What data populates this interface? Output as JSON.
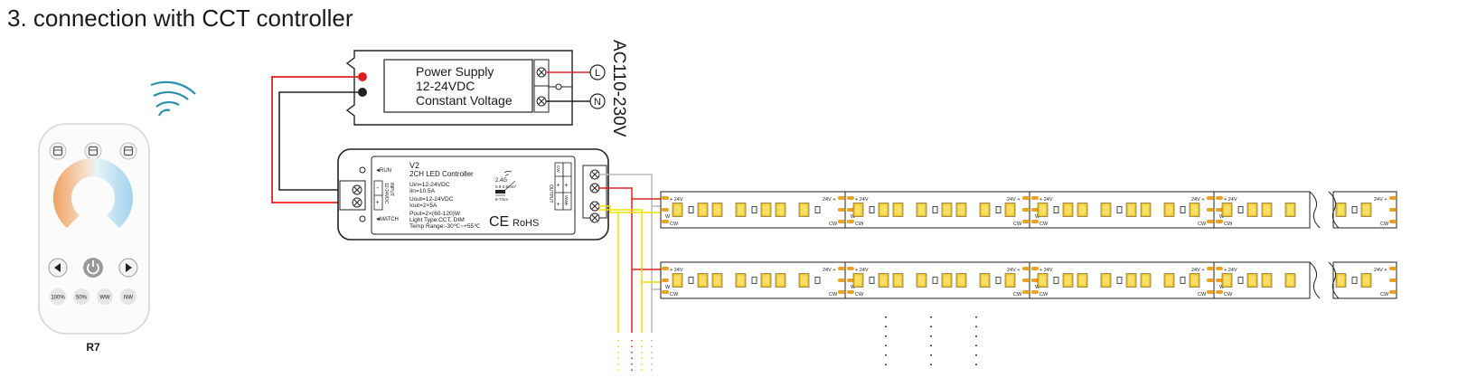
{
  "title": "3. connection with CCT controller",
  "remote": {
    "label": "R7",
    "preset_buttons": [
      "100%",
      "50%",
      "WW",
      "NW"
    ],
    "accent": "#2a8fb0",
    "warm_color": "#f0a060",
    "cool_color": "#9fd3ee"
  },
  "power_supply": {
    "line1": "Power Supply",
    "line2": "12-24VDC",
    "line3": "Constant Voltage",
    "ac_input": "AC110-230V",
    "terminal_l": "L",
    "terminal_n": "N"
  },
  "controller": {
    "model": "V2",
    "name": "2CH LED Controller",
    "specs": [
      "Uin=12-24VDC",
      "Iin=10.5A",
      "Uout=12-24VDC",
      "Iout=2×5A",
      "Pout=2×(60-120)W",
      "Light Type:CCT, DIM",
      "Temp Range:-30℃~+55℃"
    ],
    "rf": "2.4G",
    "wire_label": "0.5-2.5mm²",
    "strip_len": "6-7mm",
    "run_label": "RUN",
    "match_label": "MATCH",
    "input_label": "INPUT",
    "input_voltage": "12-24VDC",
    "output_label": "OUTPUT",
    "ch_labels": [
      "CW",
      "WW"
    ],
    "ce_mark": "CE",
    "rohs": "RoHS"
  },
  "strip": {
    "plus_label": "24V",
    "w_label": "W",
    "cw_label": "CW"
  },
  "colors": {
    "red_wire": "#e02020",
    "yellow_wire": "#f2e000",
    "gray_wire": "#b0b0b0",
    "led_yellow": "#f5c518",
    "led_orange": "#f0a020"
  }
}
